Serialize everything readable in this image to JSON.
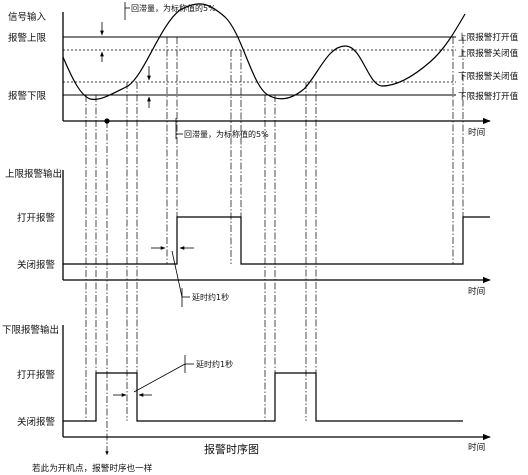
{
  "top_panel": {
    "y_label": "信号输入",
    "upper_limit_label": "报警上限",
    "lower_limit_label": "报警下限",
    "time_label": "时间",
    "hyst_note_top": "回滞量，为标称值的5%",
    "hyst_note_bottom": "回滞量，为标称值的5%",
    "right_labels": [
      "上限报警打开值",
      "上限报警关闭值",
      "下限报警关闭值",
      "下限报警打开值"
    ]
  },
  "upper_panel": {
    "y_label": "上限报警输出",
    "on_label": "打开报警",
    "off_label": "关闭报警",
    "time_label": "时间",
    "delay_note": "延时约1秒"
  },
  "lower_panel": {
    "y_label": "下限报警输出",
    "on_label": "打开报警",
    "off_label": "关闭报警",
    "time_label": "时间",
    "delay_note": "延时约1秒"
  },
  "caption": "报警时序图",
  "footnote": "若此为开机点，报警时序也一样"
}
